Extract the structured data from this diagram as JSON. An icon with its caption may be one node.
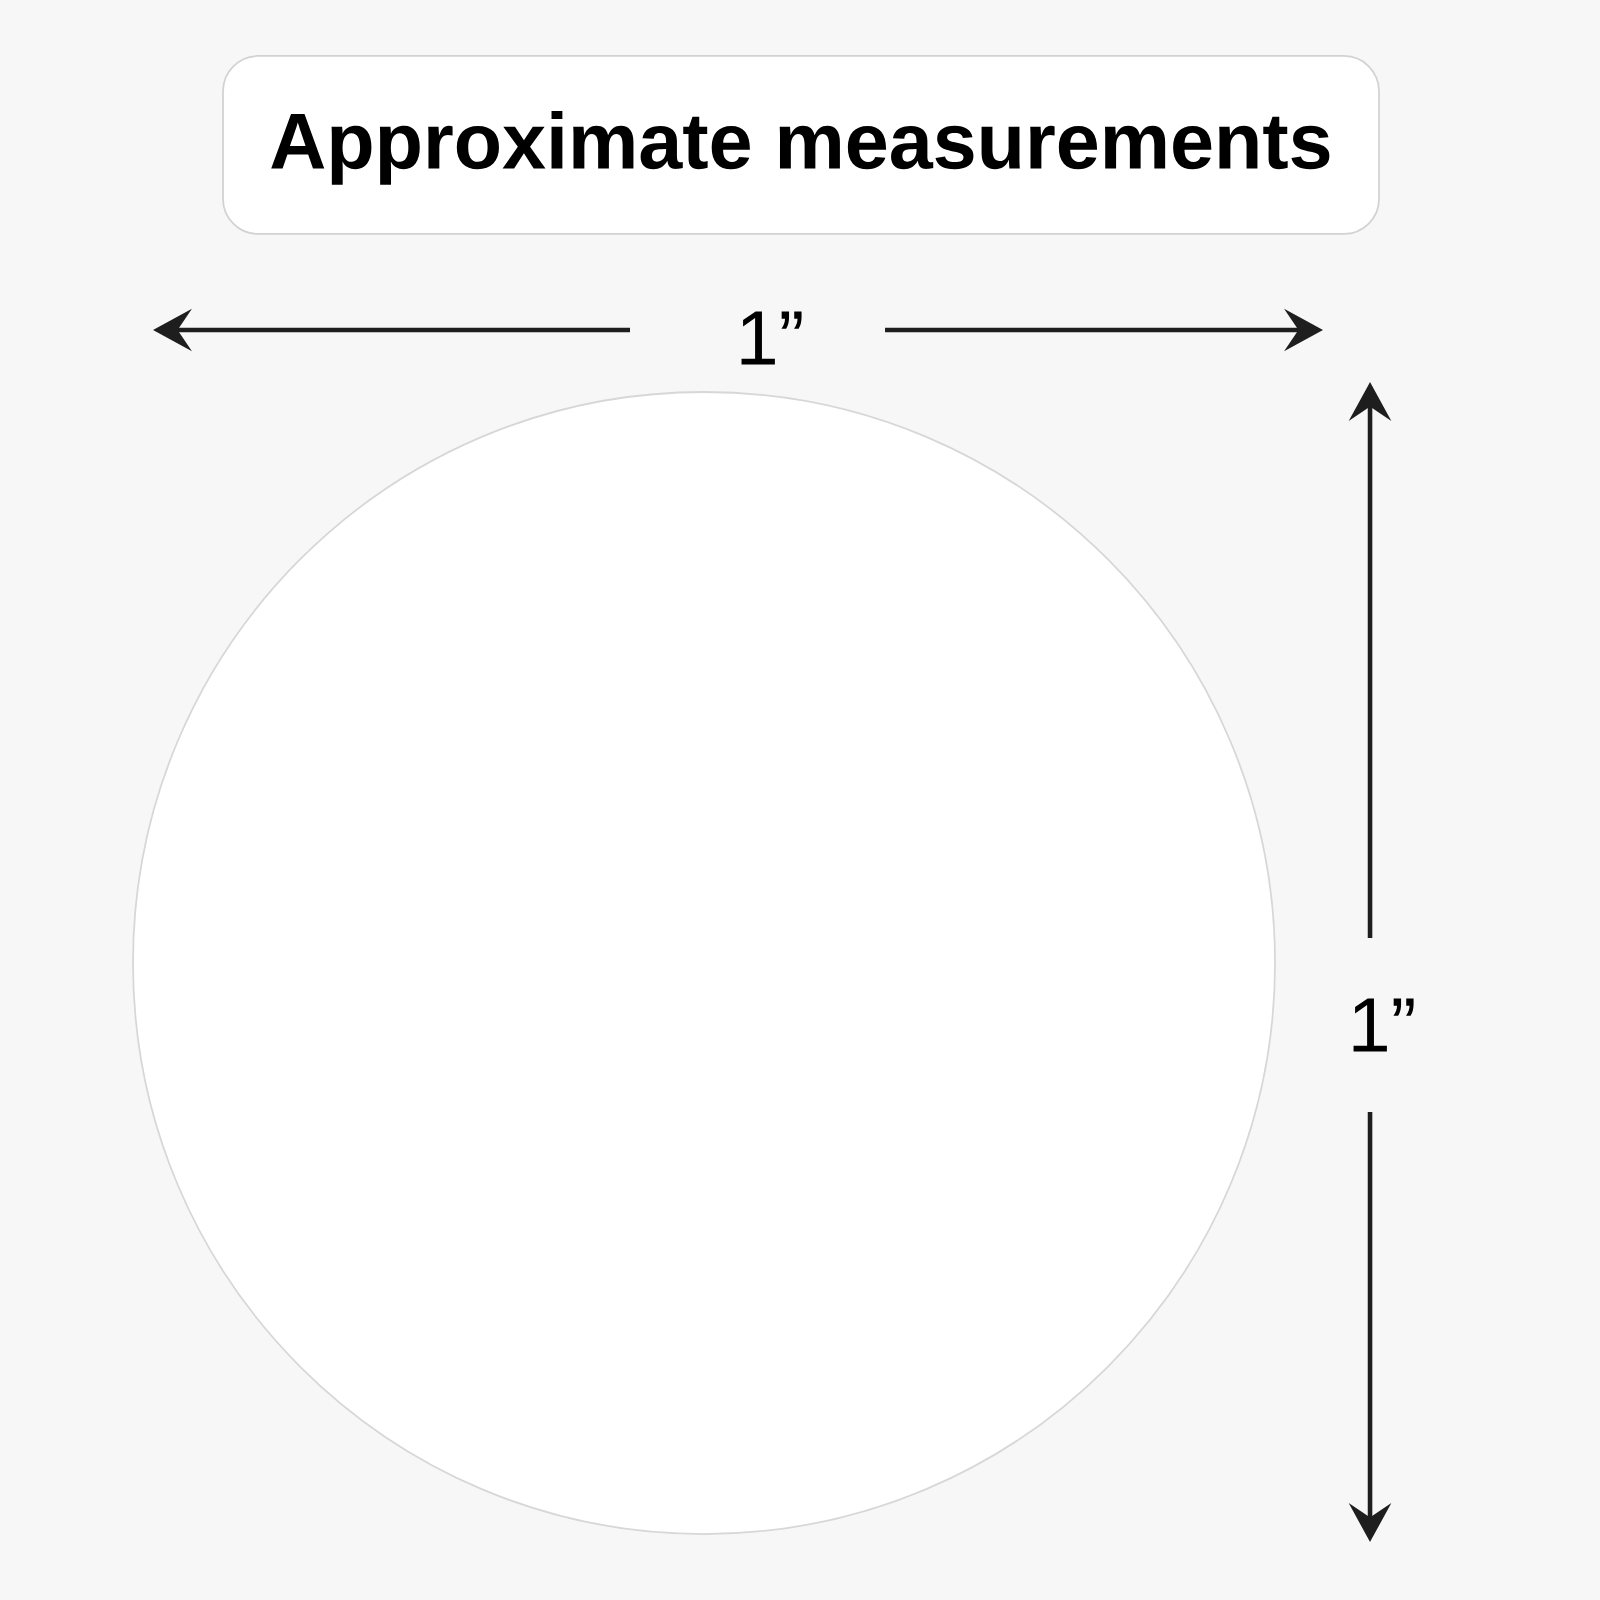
{
  "diagram": {
    "title": "Approximate measurements",
    "nodes": [
      {
        "text": [],
        "shape": "circle"
      }
    ],
    "labels": [
      "1”",
      "1”"
    ]
  }
}
